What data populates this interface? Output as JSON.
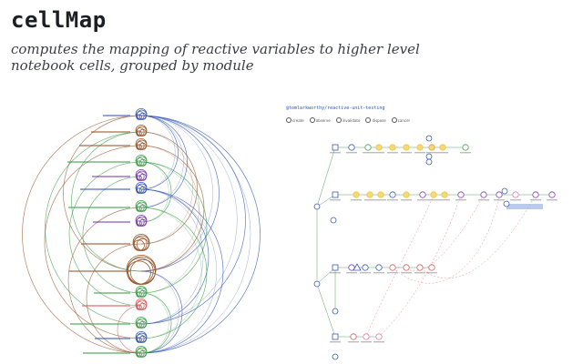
{
  "page": {
    "title": "cellMap",
    "subtitle": "computes the mapping of reactive variables to higher level notebook cells, grouped by module"
  },
  "graph_view": {
    "breadcrumb": "@tomlarkworthy/reactive-unit-testing",
    "legend": [
      "create",
      "observe",
      "invalidate",
      "dispose",
      "cancel"
    ]
  },
  "colors": {
    "blue": "#3b5bb5",
    "brown": "#9a5a33",
    "green": "#3fa34d",
    "purple": "#7b3fb0",
    "red": "#d85c5c",
    "orange": "#e89b3a",
    "yellow": "#e8c53a",
    "pink": "#e57aa8",
    "teal": "#2f9a9a"
  }
}
